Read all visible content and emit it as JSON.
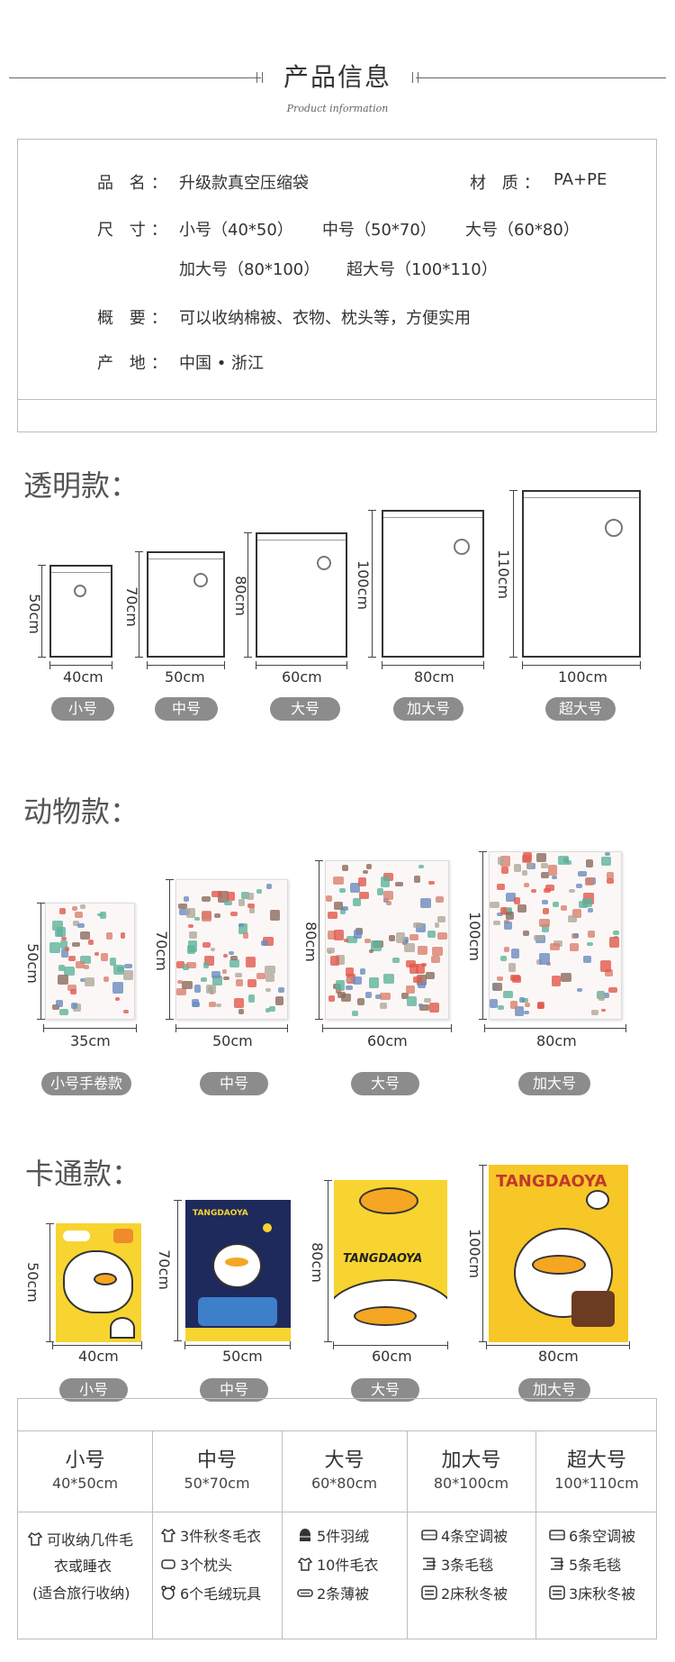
{
  "header": {
    "title": "产品信息",
    "subtitle": "Product information"
  },
  "info": {
    "name_label": "品 名：",
    "name_value": "升级款真空压缩袋",
    "material_label": "材 质：",
    "material_value": "PA+PE",
    "size_label": "尺 寸：",
    "sizes_line1": [
      "小号（40*50）",
      "中号（50*70）",
      "大号（60*80）"
    ],
    "sizes_line2": [
      "加大号（80*100）",
      "超大号（100*110）"
    ],
    "summary_label": "概 要：",
    "summary_value": "可以收纳棉被、衣物、枕头等，方便实用",
    "origin_label": "产 地：",
    "origin_value": "中国 • 浙江"
  },
  "transparent": {
    "title": "透明款：",
    "bags": [
      {
        "w_label": "40cm",
        "h_label": "50cm",
        "name": "小号"
      },
      {
        "w_label": "50cm",
        "h_label": "70cm",
        "name": "中号"
      },
      {
        "w_label": "60cm",
        "h_label": "80cm",
        "name": "大号"
      },
      {
        "w_label": "80cm",
        "h_label": "100cm",
        "name": "加大号"
      },
      {
        "w_label": "100cm",
        "h_label": "110cm",
        "name": "超大号"
      }
    ]
  },
  "animal": {
    "title": "动物款：",
    "bags": [
      {
        "w_label": "35cm",
        "h_label": "50cm",
        "name": "小号手卷款"
      },
      {
        "w_label": "50cm",
        "h_label": "70cm",
        "name": "中号"
      },
      {
        "w_label": "60cm",
        "h_label": "80cm",
        "name": "大号"
      },
      {
        "w_label": "80cm",
        "h_label": "100cm",
        "name": "加大号"
      }
    ]
  },
  "cartoon": {
    "title": "卡通款：",
    "brand_text": "TANGDAOYA",
    "bags": [
      {
        "w_label": "40cm",
        "h_label": "50cm",
        "name": "小号"
      },
      {
        "w_label": "50cm",
        "h_label": "70cm",
        "name": "中号"
      },
      {
        "w_label": "60cm",
        "h_label": "80cm",
        "name": "大号"
      },
      {
        "w_label": "80cm",
        "h_label": "100cm",
        "name": "加大号"
      }
    ]
  },
  "table": {
    "columns": [
      {
        "name": "小号",
        "size": "40*50cm",
        "items": [
          "可收纳几件毛",
          "衣或睡衣",
          "(适合旅行收纳)"
        ]
      },
      {
        "name": "中号",
        "size": "50*70cm",
        "items": [
          "3件秋冬毛衣",
          "3个枕头",
          "6个毛绒玩具"
        ]
      },
      {
        "name": "大号",
        "size": "60*80cm",
        "items": [
          "5件羽绒",
          "10件毛衣",
          "2条薄被"
        ]
      },
      {
        "name": "加大号",
        "size": "80*100cm",
        "items": [
          "4条空调被",
          "3条毛毯",
          "2床秋冬被"
        ]
      },
      {
        "name": "超大号",
        "size": "100*110cm",
        "items": [
          "6条空调被",
          "5条毛毯",
          "3床秋冬被"
        ]
      }
    ]
  },
  "colors": {
    "pill": "#8c8c8c",
    "border": "#bdbdbd",
    "cartoon_yellow": "#f7d430",
    "cartoon_navy": "#1f2a5c"
  }
}
